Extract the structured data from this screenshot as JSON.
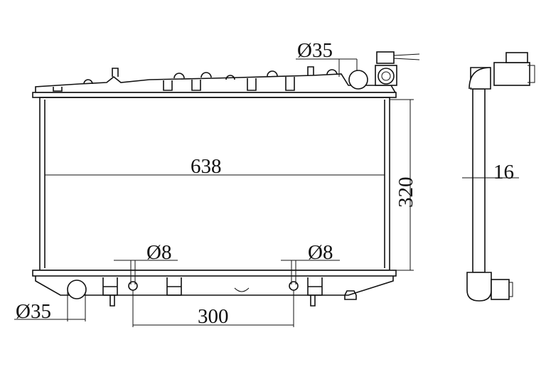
{
  "drawing": {
    "title": "Radiator dimension drawing",
    "dimensions": {
      "core_width": "638",
      "core_height": "320",
      "core_thickness": "16",
      "inlet_diameter": "Ø35",
      "outlet_diameter": "Ø35",
      "pin_left_diameter": "Ø8",
      "pin_right_diameter": "Ø8",
      "pin_spacing": "300"
    }
  }
}
